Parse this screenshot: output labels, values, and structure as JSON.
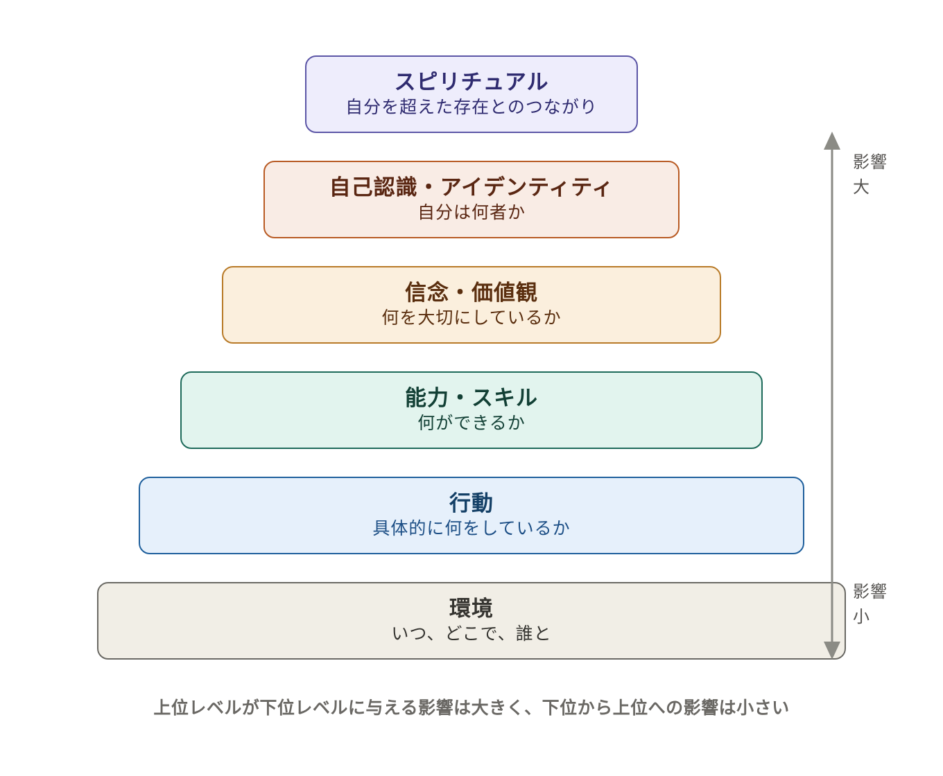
{
  "levels": [
    {
      "title": "スピリチュアル",
      "subtitle": "自分を超えた存在とのつながり"
    },
    {
      "title": "自己認識・アイデンティティ",
      "subtitle": "自分は何者か"
    },
    {
      "title": "信念・価値観",
      "subtitle": "何を大切にしているか"
    },
    {
      "title": "能力・スキル",
      "subtitle": "何ができるか"
    },
    {
      "title": "行動",
      "subtitle": "具体的に何をしているか"
    },
    {
      "title": "環境",
      "subtitle": "いつ、どこで、誰と"
    }
  ],
  "influence": {
    "high_label_line1": "影響",
    "high_label_line2": "大",
    "low_label_line1": "影響",
    "low_label_line2": "小"
  },
  "caption": "上位レベルが下位レベルに与える影響は大きく、下位から上位への影響は小さい",
  "colors": {
    "arrow": "#8b8b85",
    "spiritual": "#5b55a6",
    "identity": "#b85a23",
    "beliefs": "#b87a27",
    "capability": "#1d6a5a",
    "behavior": "#1e5f9c",
    "environment": "#6a6964"
  }
}
